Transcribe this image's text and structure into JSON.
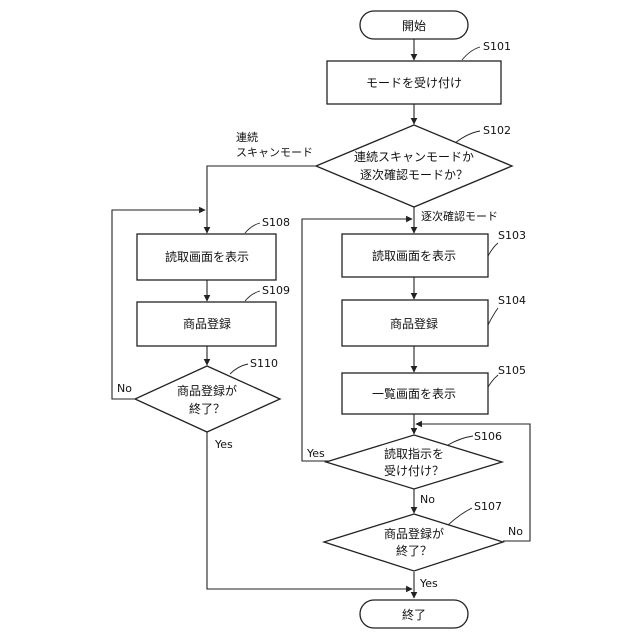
{
  "nodes": {
    "start": {
      "text": [
        "開始"
      ]
    },
    "s101": {
      "step": "S101",
      "text": [
        "モードを受け付け"
      ]
    },
    "s102": {
      "step": "S102",
      "text": [
        "連続スキャンモードか",
        "逐次確認モードか？"
      ]
    },
    "s108": {
      "step": "S108",
      "text": [
        "読取画面を表示"
      ]
    },
    "s109": {
      "step": "S109",
      "text": [
        "商品登録"
      ]
    },
    "s110": {
      "step": "S110",
      "text": [
        "商品登録が",
        "終了？"
      ]
    },
    "s103": {
      "step": "S103",
      "text": [
        "読取画面を表示"
      ]
    },
    "s104": {
      "step": "S104",
      "text": [
        "商品登録"
      ]
    },
    "s105": {
      "step": "S105",
      "text": [
        "一覧画面を表示"
      ]
    },
    "s106": {
      "step": "S106",
      "text": [
        "読取指示を",
        "受け付け？"
      ]
    },
    "s107": {
      "step": "S107",
      "text": [
        "商品登録が",
        "終了？"
      ]
    },
    "end": {
      "text": [
        "終了"
      ]
    }
  },
  "edge_labels": {
    "continuous_mode": [
      "連続",
      "スキャンモード"
    ],
    "sequential_mode": "逐次確認モード",
    "s110_no": "No",
    "s110_yes": "Yes",
    "s106_yes": "Yes",
    "s106_no": "No",
    "s107_no": "No",
    "s107_yes": "Yes"
  }
}
